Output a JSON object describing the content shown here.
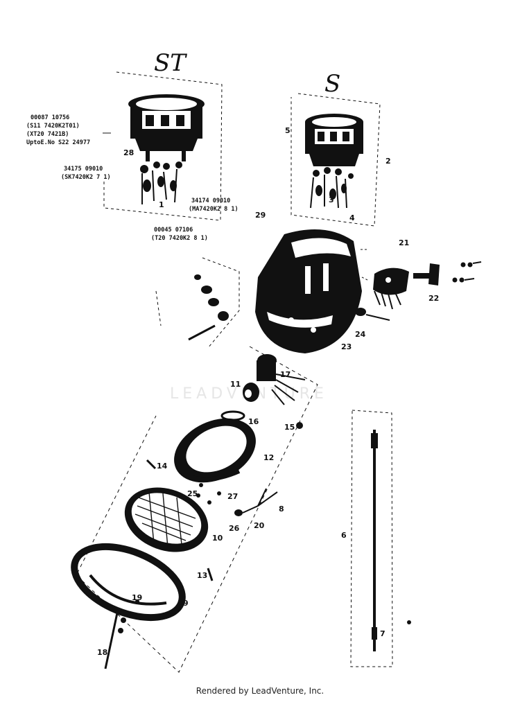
{
  "diagram": {
    "group_labels": {
      "left": "ST",
      "right": "S"
    },
    "notes": {
      "top": [
        "00087 10756",
        "(S11 7420K2T01)",
        "(XT20 7421B)",
        "UptoE.No S22 24977"
      ],
      "socket": [
        "34175 09010",
        "(SK7420K2 7 1)"
      ],
      "wire": [
        "34174 09010",
        "(MA7420K2 8 1)"
      ],
      "bottom": [
        "00045 07106",
        "(T20 7420K2 8 1)"
      ]
    },
    "callouts": [
      "1",
      "2",
      "3",
      "4",
      "5",
      "6",
      "7",
      "8",
      "9",
      "10",
      "11",
      "12",
      "13",
      "14",
      "15",
      "16",
      "17",
      "18",
      "19",
      "20",
      "21",
      "22",
      "23",
      "24",
      "25",
      "26",
      "27",
      "28",
      "29"
    ],
    "watermark": "LEADVENTURE"
  },
  "footer": {
    "text": "Rendered by LeadVenture, Inc."
  }
}
